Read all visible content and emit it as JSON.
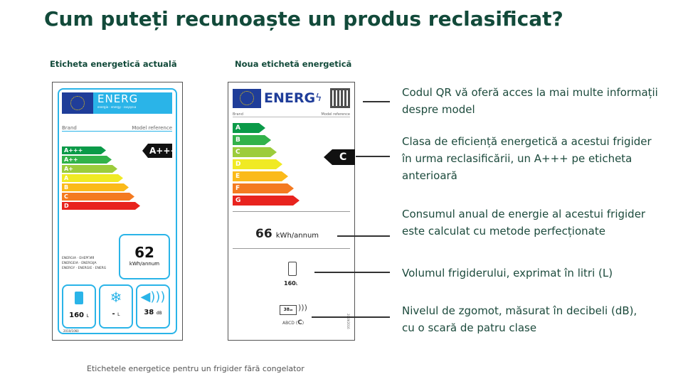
{
  "title": "Cum puteți recunoaște un produs reclasificat?",
  "old_label": {
    "heading": "Eticheta energetică actuală",
    "energ": "ENERG",
    "energ_sub": "energia · energy · ενεργεια",
    "brand": "Brand",
    "model": "Model reference",
    "classes": [
      "A+++",
      "A++",
      "A+",
      "A",
      "B",
      "C",
      "D"
    ],
    "class_colors": [
      "#0a9a48",
      "#32b24a",
      "#9ccc3c",
      "#f0ea24",
      "#fbba1a",
      "#f47a20",
      "#e8231e"
    ],
    "rating": "A+++",
    "consumption": "62",
    "consumption_unit": "kWh/annum",
    "energy_text": [
      "ENERGIA · ЕНЕРГИЯ",
      "ENERGEIA · ENERGIJA",
      "ENERGY · ENERGIE · ENERG"
    ],
    "volume": "160",
    "volume_unit": "L",
    "freezer": "-",
    "freezer_unit": "L",
    "noise": "38",
    "noise_unit": "dB",
    "regulation": "2010/1060"
  },
  "new_label": {
    "heading": "Noua etichetă energetică",
    "energ": "ENERG",
    "brand": "Brand",
    "model": "Model reference",
    "classes": [
      "A",
      "B",
      "C",
      "D",
      "E",
      "F",
      "G"
    ],
    "class_colors": [
      "#0a9a48",
      "#32b24a",
      "#9ccc3c",
      "#f0ea24",
      "#fbba1a",
      "#f47a20",
      "#e8231e"
    ],
    "rating": "C",
    "consumption": "66",
    "consumption_unit": "kWh/annum",
    "volume": "160",
    "volume_unit": "L",
    "noise": "38",
    "noise_unit": "dB",
    "noise_scale": "ABCD",
    "noise_class": "C",
    "regulation": "2019/2016"
  },
  "annotations": [
    "Codul QR vă oferă acces la mai multe informații despre model",
    "Clasa de eficiență energetică a acestui frigider în urma reclasificării, un A+++ pe eticheta anterioară",
    "Consumul anual de energie al acestui frigider este calculat cu metode perfecționate",
    "Volumul frigiderului, exprimat în litri (L)",
    "Nivelul de zgomot, măsurat în decibeli (dB), cu o scară de patru clase"
  ],
  "caption": "Etichetele energetice pentru un frigider fără congelator"
}
